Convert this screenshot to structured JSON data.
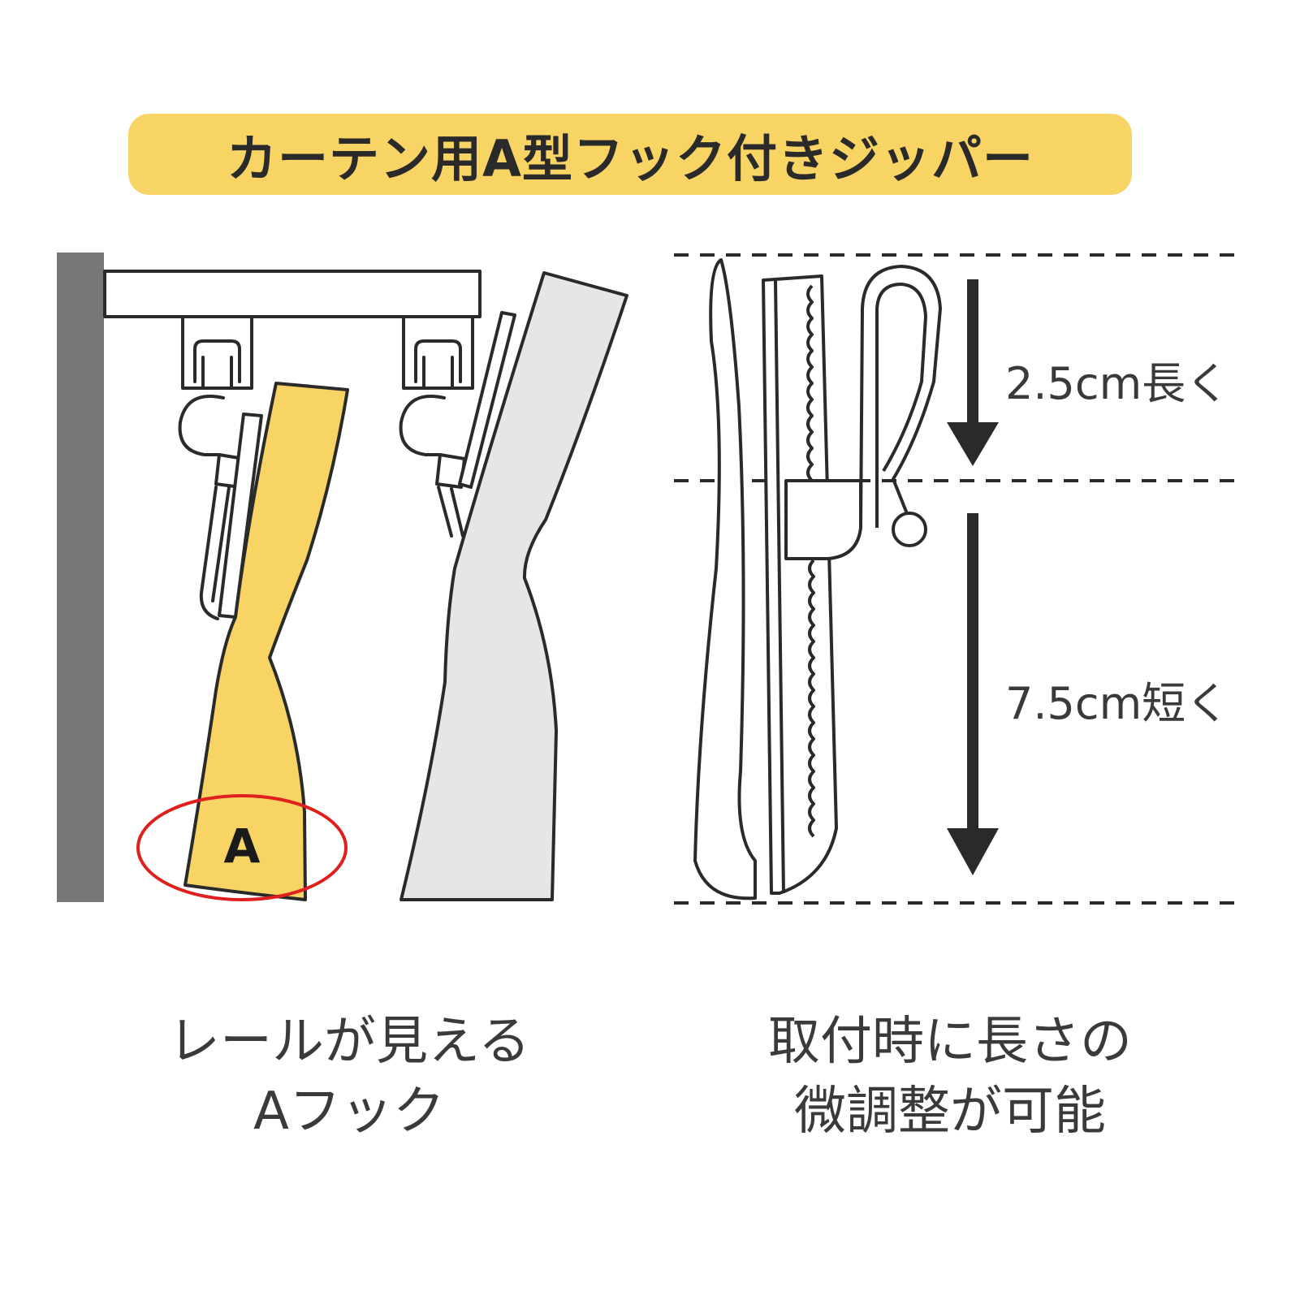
{
  "title": "カーテン用A型フック付きジッパー",
  "colors": {
    "title_bg": "#f8d465",
    "curtain_yellow": "#f8d465",
    "curtain_gray": "#e6e6e6",
    "wall": "#777777",
    "outline": "#2a2a2a",
    "highlight_ring": "#e0201e"
  },
  "left_diagram": {
    "marker_label": "A",
    "caption_lines": [
      "レールが見える",
      "Aフック"
    ]
  },
  "right_diagram": {
    "up_adjust_label": "2.5cm長く",
    "down_adjust_label": "7.5cm短く",
    "caption_lines": [
      "取付時に長さの",
      "微調整が可能"
    ]
  }
}
